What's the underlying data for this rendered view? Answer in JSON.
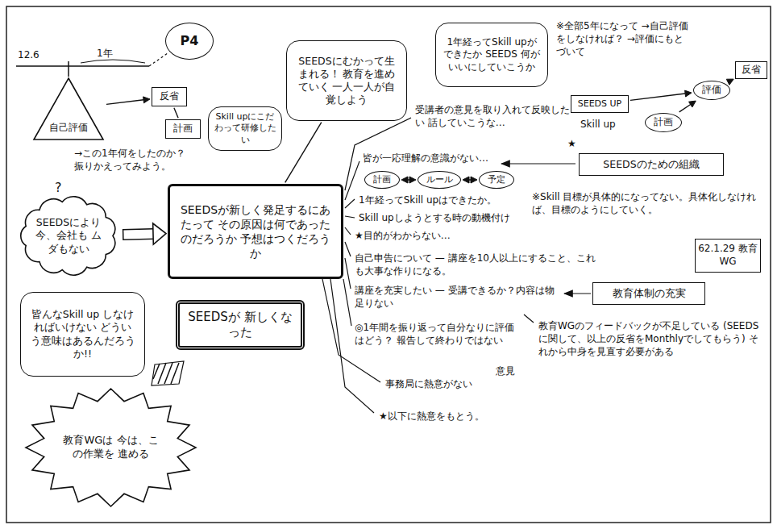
{
  "diagram": {
    "nodes": [
      {
        "text": [
          "自己評価"
        ]
      },
      {
        "text": [
          "反省"
        ]
      },
      {
        "text": [
          "計画"
        ]
      },
      {
        "text": [
          "P4"
        ]
      },
      {
        "text": [
          "Skill upにこだわって研修したい"
        ]
      },
      {
        "text": [
          "SEEDSにむかって生まれる！ 教育を進めていく 一人一人が自覚しよう"
        ]
      },
      {
        "text": [
          "1年経ってSkill upができたか SEEDS 何がいいにしていこうか"
        ]
      },
      {
        "text": [
          "SEEDS UP"
        ]
      },
      {
        "text": [
          "評価"
        ]
      },
      {
        "text": [
          "計画"
        ]
      },
      {
        "text": [
          "反省"
        ]
      },
      {
        "text": [
          "SEEDSにより 今、会社も ムダもない"
        ]
      },
      {
        "text": [
          "SEEDSが新しく発足するにあたって その原因は何であったのだろうか 予想はつくだろうか"
        ]
      },
      {
        "text": [
          "SEEDSが 新しくなった"
        ]
      },
      {
        "text": [
          "皆んなSkill up しなければいけない どういう意味はあるんだろうか!!"
        ]
      },
      {
        "text": [
          "教育WGは 今は、この作業を 進める"
        ]
      },
      {
        "text": [
          "計画"
        ]
      },
      {
        "text": [
          "ルール"
        ]
      },
      {
        "text": [
          "予定"
        ]
      },
      {
        "text": [
          "SEEDSのための組織"
        ]
      },
      {
        "text": [
          "62.1.29 教育WG"
        ]
      },
      {
        "text": [
          "教育体制の充実"
        ]
      }
    ],
    "edges": [
      {
        "from": 0,
        "to": 1,
        "arrow": "to"
      },
      {
        "from": 1,
        "to": 2,
        "arrow": "none"
      },
      {
        "from": 5,
        "to": 12,
        "arrow": "none"
      },
      {
        "from": 7,
        "to": 8,
        "arrow": "to"
      },
      {
        "from": 9,
        "to": 8,
        "arrow": "to"
      },
      {
        "from": 8,
        "to": 10,
        "arrow": "to"
      },
      {
        "from": 11,
        "to": 12,
        "arrow": "to"
      },
      {
        "from": 16,
        "to": 17,
        "arrow": "both"
      },
      {
        "from": 17,
        "to": 18,
        "arrow": "both"
      }
    ],
    "labels": [
      "12.6",
      "1年",
      "→この1年何をしたのか？ 振りかえってみよう。",
      "?",
      "※全部5年になって →自己評価をしなければ？ →評価にもとづいて",
      "Skill up",
      "受講者の意見を取り入れて反映したい 話していこうな…",
      "皆が一応理解の意識がない…",
      "★",
      "1年経ってSkill upはできたか。",
      "※Skill 目標が具体的になってない。具体化しなければ、目標のようにしていく。",
      "Skill upしようとする時の動機付け",
      "★目的がわからない…",
      "自己申告について — 講座を10人以上にすること、これも大事な作りになる。",
      "講座を充実したい — 受講できるか？内容は物足りない",
      "◎1年間を振り返って自分なりに評価はどう？ 報告して終わりではない",
      "意見",
      "教育WGのフィードバックが不足している (SEEDSに関して、以上の反省をMonthlyでしてもらう) それから中身を見直す必要がある",
      "事務局に熱意がない",
      "★以下に熱意をもとう。"
    ]
  }
}
